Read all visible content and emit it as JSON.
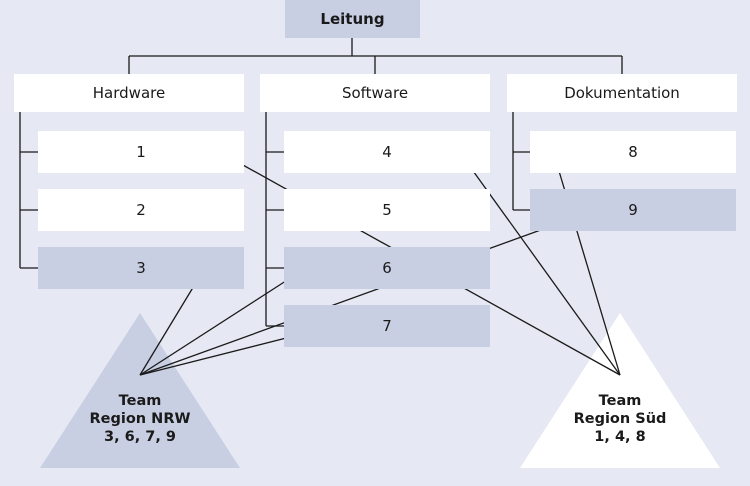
{
  "colors": {
    "background": "#e6e9f3",
    "box_white": "#ffffff",
    "box_shaded": "#c9cfe3",
    "team_nrw_fill": "#c9cfe3",
    "team_sued_fill": "#ffffff",
    "line": "#1a1a1a"
  },
  "root": {
    "label": "Leitung"
  },
  "columns": [
    {
      "id": "hardware",
      "label": "Hardware",
      "items": [
        {
          "id": "1",
          "label": "1",
          "shaded": false
        },
        {
          "id": "2",
          "label": "2",
          "shaded": false
        },
        {
          "id": "3",
          "label": "3",
          "shaded": true
        }
      ]
    },
    {
      "id": "software",
      "label": "Software",
      "items": [
        {
          "id": "4",
          "label": "4",
          "shaded": false
        },
        {
          "id": "5",
          "label": "5",
          "shaded": false
        },
        {
          "id": "6",
          "label": "6",
          "shaded": true
        },
        {
          "id": "7",
          "label": "7",
          "shaded": true
        }
      ]
    },
    {
      "id": "dokumentation",
      "label": "Dokumentation",
      "items": [
        {
          "id": "8",
          "label": "8",
          "shaded": false
        },
        {
          "id": "9",
          "label": "9",
          "shaded": true
        }
      ]
    }
  ],
  "teams": [
    {
      "id": "nrw",
      "line1": "Team",
      "line2": "Region NRW",
      "line3": "3, 6, 7, 9",
      "shaded": true,
      "targets": [
        "3",
        "6",
        "7",
        "9"
      ]
    },
    {
      "id": "sued",
      "line1": "Team",
      "line2": "Region Süd",
      "line3": "1, 4, 8",
      "shaded": false,
      "targets": [
        "1",
        "4",
        "8"
      ]
    }
  ]
}
